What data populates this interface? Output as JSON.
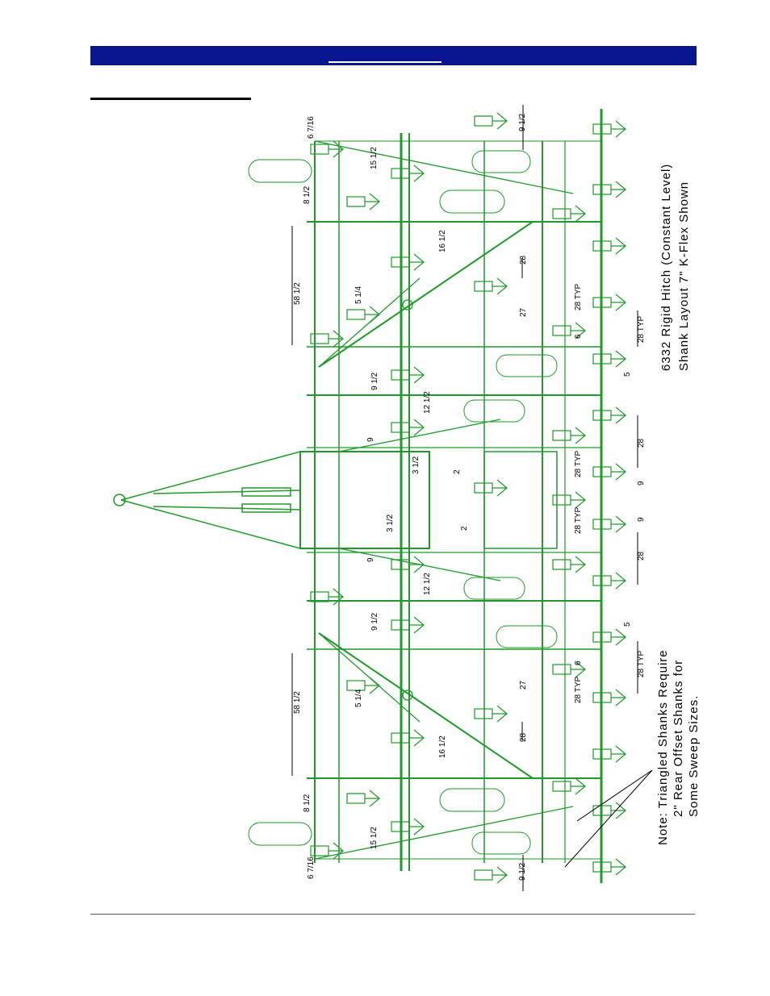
{
  "header": {
    "bar_color": "#0a1690"
  },
  "drawing": {
    "line_color": "#1f9a2a",
    "title_line1": "6332 Rigid Hitch (Constant Level)",
    "title_line2": "Shank Layout 7\"     K-Flex Shown",
    "note_line1": "Note:  Triangled Shanks Require",
    "note_line2": "2\" Rear Offset Shanks for",
    "note_line3": "Some Sweep Sizes.",
    "dims": {
      "d_6_7_16": "6 7/16",
      "d_15_1_2": "15 1/2",
      "d_8_1_2": "8 1/2",
      "d_58_1_2": "58 1/2",
      "d_5_1_4": "5 1/4",
      "d_9_1_2": "9 1/2",
      "d_12_1_2": "12 1/2",
      "d_16_1_2": "16 1/2",
      "d_9": "9",
      "d_3_1_2": "3 1/2",
      "d_2": "2",
      "d_28": "28",
      "d_27": "27",
      "d_6": "6",
      "d_5": "5",
      "d_28_typ": "28 TYP"
    }
  }
}
